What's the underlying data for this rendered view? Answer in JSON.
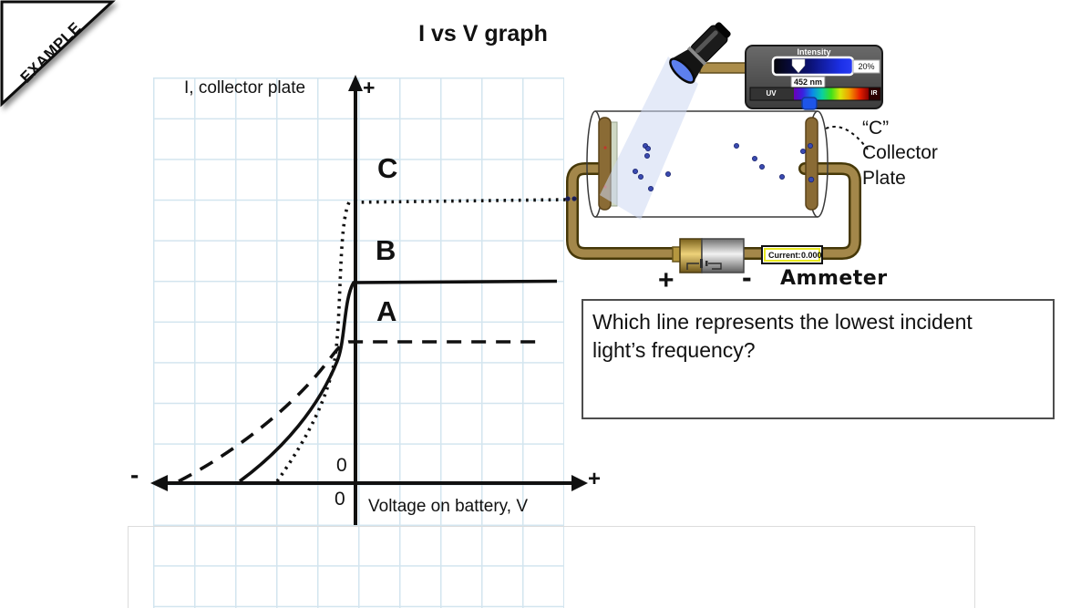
{
  "banner": {
    "label": "EXAMPLE"
  },
  "title": "I vs V graph",
  "graph": {
    "y_axis_label": "I, collector plate",
    "x_axis_label": "Voltage on battery, V",
    "y_plus": "+",
    "x_plus": "+",
    "x_minus": "-",
    "zero_above_axis": "0",
    "zero_below_axis": "0",
    "curves": [
      {
        "label": "C",
        "style": "dotted",
        "saturation_current_rel": 1.0,
        "stopping_potential_rel": -0.44
      },
      {
        "label": "B",
        "style": "solid",
        "saturation_current_rel": 0.71,
        "stopping_potential_rel": -0.65
      },
      {
        "label": "A",
        "style": "dashed",
        "saturation_current_rel": 0.5,
        "stopping_potential_rel": -1.0
      }
    ]
  },
  "simulation": {
    "intensity_panel": {
      "title": "Intensity",
      "intensity_value": "20%",
      "wavelength_value": "452 nm",
      "uv_label": "UV",
      "ir_label": "IR"
    },
    "ammeter": {
      "current_label": "Current:",
      "current_value": "0.000",
      "plus": "+",
      "minus": "-",
      "name": "Ammeter"
    },
    "collector_label": {
      "line1": "“C”",
      "line2": "Collector",
      "line3": "Plate"
    },
    "electron_count": 14
  },
  "question": {
    "text": "Which line represents the lowest incident light’s frequency?"
  },
  "colors": {
    "wire": "#a3874a",
    "wire_outline": "#463808",
    "panel": "#4f4f4f",
    "beam": "#cdd8f2",
    "grid_line": "#d3e5ef",
    "wavelength_thumb": "#1e55e8",
    "current_box_border": "#e8e820"
  }
}
